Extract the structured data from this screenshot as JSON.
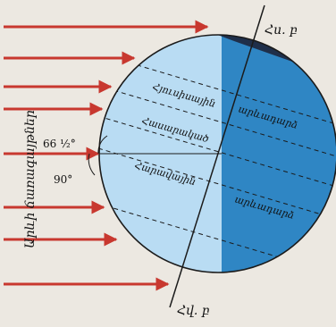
{
  "labels": {
    "north_pole": "Հս. բ",
    "south_pole": "Հվ. բ",
    "northern_day": "Հյուսիսային",
    "northern_night": "արևադարձ",
    "equator": "Հասարակած",
    "southern_day": "Հարավային",
    "southern_night": "արևադարձ",
    "sun_rays": "Արևի ճառագայթներ",
    "angle_66": "66 ½°",
    "angle_90": "90°"
  },
  "colors": {
    "background": "#ece8e1",
    "day_side": "#b9dcf3",
    "night_side": "#2f86c4",
    "polar_night": "#1f2f4a",
    "ray": "#c8382f",
    "outline": "#1b1b1b"
  }
}
